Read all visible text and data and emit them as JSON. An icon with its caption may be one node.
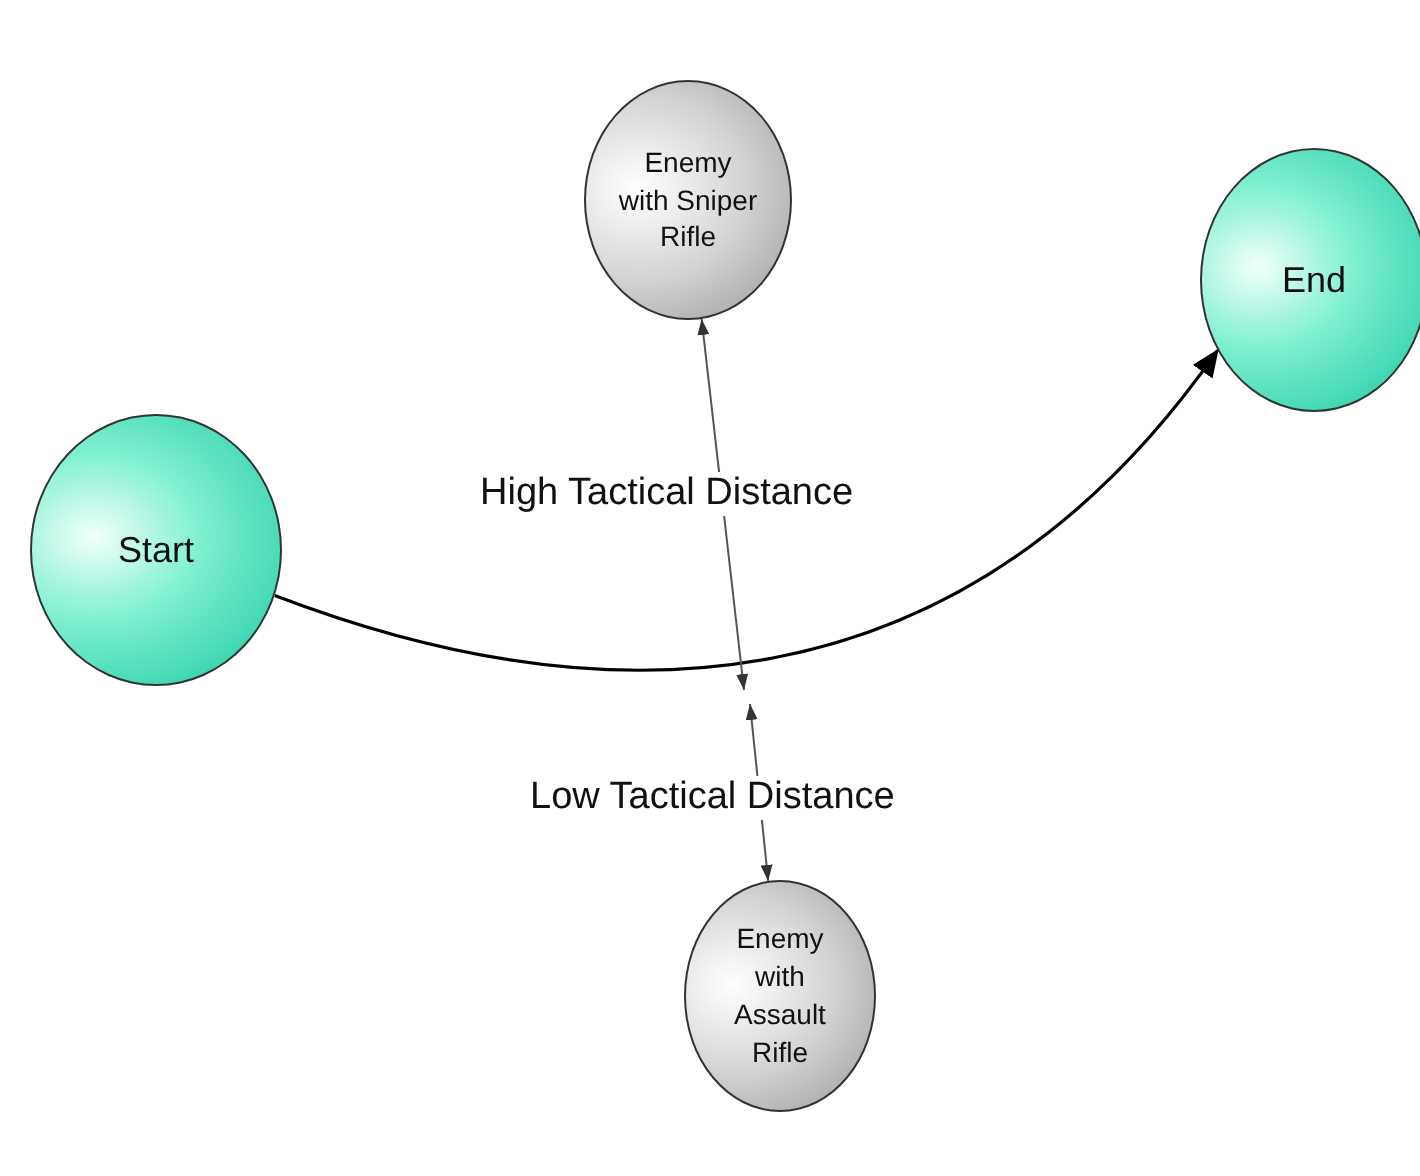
{
  "diagram": {
    "nodes": [
      {
        "text": [
          "Enemy with Sniper Rifle"
        ]
      },
      {
        "text": [
          "End"
        ]
      },
      {
        "text": [
          "Start"
        ]
      },
      {
        "text": [
          "Enemy with Assault Rifle"
        ]
      }
    ],
    "edges": [
      {
        "from": 2,
        "to": 1,
        "arrow": "to"
      }
    ],
    "labels": [
      "High Tactical Distance",
      "Low Tactical Distance"
    ]
  }
}
